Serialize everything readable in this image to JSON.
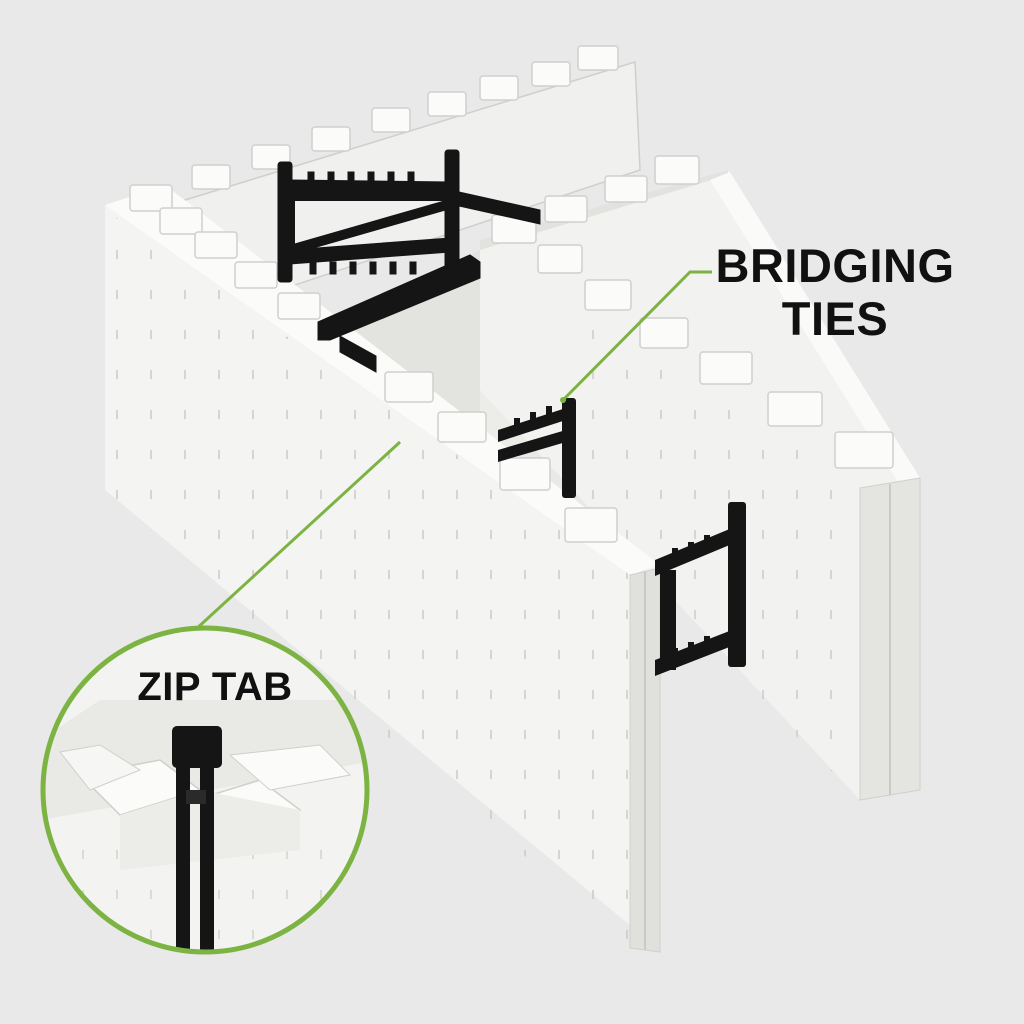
{
  "callouts": {
    "bridging_ties": {
      "line1": "BRIDGING",
      "line2": "TIES"
    },
    "zip_tab": {
      "label": "ZIP TAB"
    }
  },
  "colors": {
    "background": "#e8e9e8",
    "foam": "#f3f3f1",
    "foam_shade": "#dcdcd9",
    "tie": "#151515",
    "callout_line": "#7cb342"
  }
}
